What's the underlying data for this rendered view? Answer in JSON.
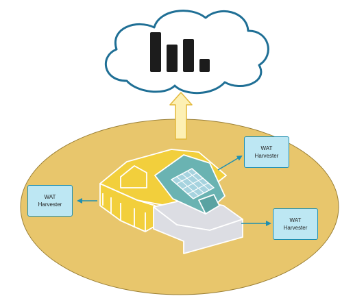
{
  "colors": {
    "ground": "#e8c66c",
    "ground_stroke": "#9a7f35",
    "cloud_stroke": "#1f6f95",
    "bars": "#1c1c1c",
    "arrow_fill": "#fdf0b4",
    "arrow_stroke": "#e3b83a",
    "house_yellow": "#f2cf3c",
    "house_teal": "#6ab3b2",
    "house_gray": "#dcdde3",
    "harvester_fill": "#bde7f3",
    "harvester_stroke": "#1f8fb0"
  },
  "icons": {
    "cloud": "cloud-icon",
    "chart": "bar-chart-icon",
    "upload": "up-arrow-icon",
    "house": "house-icon",
    "solar": "solar-panel-icon"
  },
  "harvesters": {
    "left": {
      "line1": "WAT",
      "line2": "Harvester"
    },
    "top_right": {
      "line1": "WAT",
      "line2": "Harvester"
    },
    "bottom_right": {
      "line1": "WAT",
      "line2": "Harvester"
    }
  }
}
